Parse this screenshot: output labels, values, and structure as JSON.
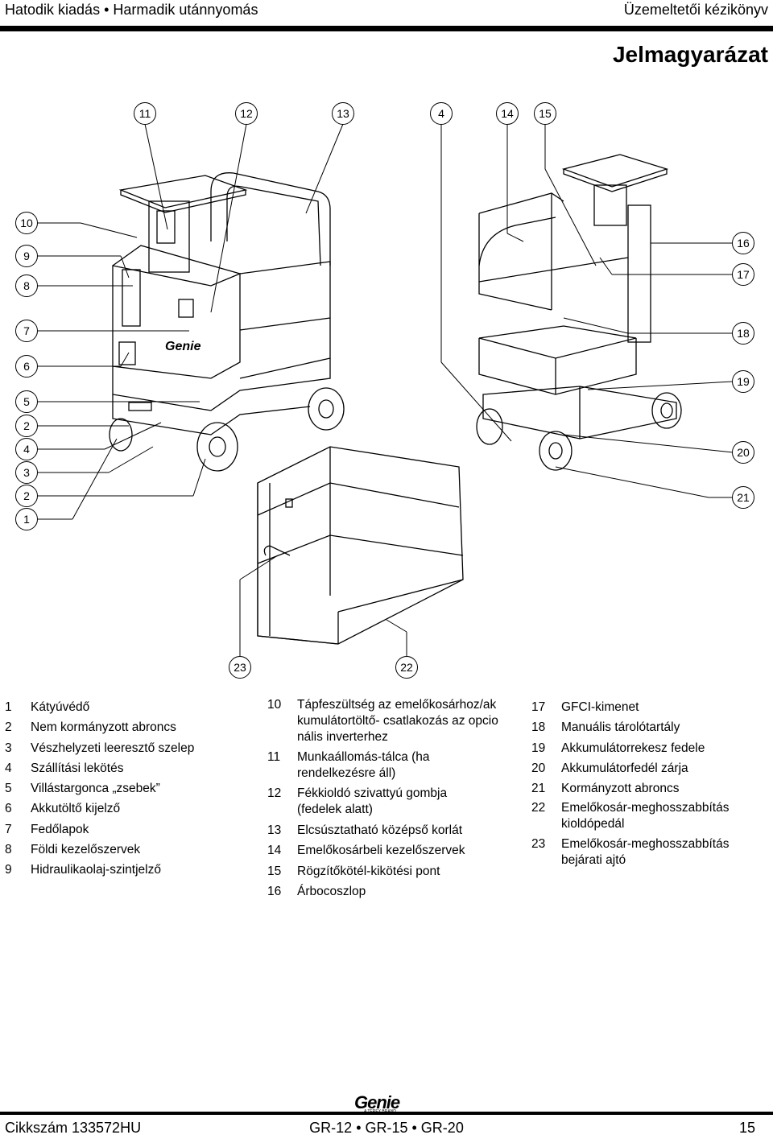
{
  "header": {
    "left": "Hatodik kiadás • Harmadik utánnyomás",
    "right": "Üzemeltetői kézikönyv"
  },
  "title": "Jelmagyarázat",
  "callouts": {
    "c11": "11",
    "c12": "12",
    "c13": "13",
    "c4top": "4",
    "c14": "14",
    "c15": "15",
    "c10": "10",
    "c9": "9",
    "c8": "8",
    "c7": "7",
    "c6": "6",
    "c5": "5",
    "c2a": "2",
    "c4b": "4",
    "c3": "3",
    "c2b": "2",
    "c1": "1",
    "c16": "16",
    "c17": "17",
    "c18": "18",
    "c19": "19",
    "c20": "20",
    "c21": "21",
    "c23": "23",
    "c22": "22"
  },
  "figure_text": {
    "genie_label": "Genie"
  },
  "legend": {
    "col1": [
      {
        "num": "1",
        "text": "Kátyúvédő"
      },
      {
        "num": "2",
        "text": "Nem kormányzott abroncs"
      },
      {
        "num": "3",
        "text": "Vészhelyzeti leeresztő szelep"
      },
      {
        "num": "4",
        "text": "Szállítási lekötés"
      },
      {
        "num": "5",
        "text": "Villástargonca „zsebek”"
      },
      {
        "num": "6",
        "text": "Akkutöltő kijelző"
      },
      {
        "num": "7",
        "text": "Fedőlapok"
      },
      {
        "num": "8",
        "text": "Földi kezelőszervek"
      },
      {
        "num": "9",
        "text": "Hidraulikaolaj-szintjelző"
      }
    ],
    "col2": [
      {
        "num": "10",
        "text": "Tápfeszültség az emelőkosárhoz/akkumulátortöltő- csatlakozás az opcionális inverterhez"
      },
      {
        "num": "11",
        "text": "Munkaállomás-tálca (ha rendelkezésre áll)"
      },
      {
        "num": "12",
        "text": "Fékkioldó szivattyú gombja (fedelek alatt)"
      },
      {
        "num": "13",
        "text": "Elcsúsztatható középső korlát"
      },
      {
        "num": "14",
        "text": "Emelőkosárbeli kezelőszervek"
      },
      {
        "num": "15",
        "text": "Rögzítőkötél-kikötési pont"
      },
      {
        "num": "16",
        "text": "Árbocoszlop"
      }
    ],
    "col3": [
      {
        "num": "17",
        "text": "GFCI-kimenet"
      },
      {
        "num": "18",
        "text": "Manuális tárolótartály"
      },
      {
        "num": "19",
        "text": "Akkumulátorrekesz fedele"
      },
      {
        "num": "20",
        "text": "Akkumulátorfedél zárja"
      },
      {
        "num": "21",
        "text": "Kormányzott abroncs"
      },
      {
        "num": "22",
        "text": "Emelőkosár-meghosszabbítás kioldópedál"
      },
      {
        "num": "23",
        "text": "Emelőkosár-meghosszabbítás bejárati ajtó"
      }
    ]
  },
  "footer": {
    "left": "Cikkszám 133572HU",
    "center": "GR-12 • GR-15 • GR-20",
    "right": "15",
    "logo": "Genie",
    "logo_sub": "A TEREX BRAND"
  }
}
